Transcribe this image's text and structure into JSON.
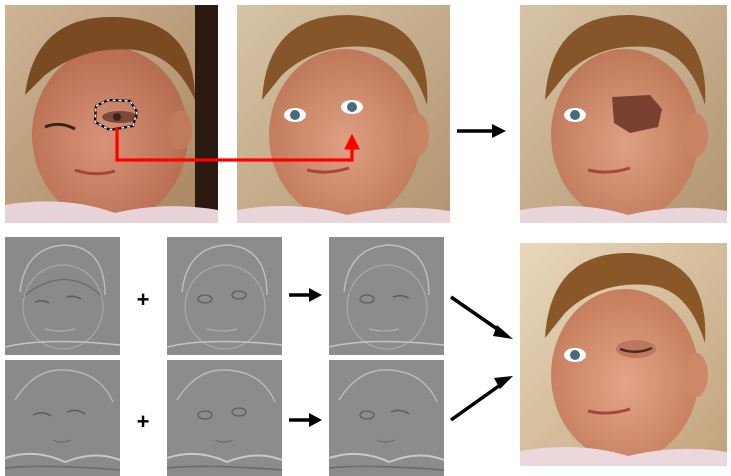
{
  "figure": {
    "operators": {
      "plus_top": "+",
      "plus_bottom": "+"
    },
    "panels": [
      {
        "id": "source-eye-closed",
        "kind": "photo",
        "eye_state": "closed",
        "has_selection": true
      },
      {
        "id": "target-eyes-open",
        "kind": "photo",
        "eye_state": "open"
      },
      {
        "id": "naive-paste",
        "kind": "photo",
        "eye_state": "pasted-dark-patch"
      },
      {
        "id": "gradient-x-source",
        "kind": "gradient"
      },
      {
        "id": "gradient-x-target",
        "kind": "gradient"
      },
      {
        "id": "gradient-x-combined",
        "kind": "gradient"
      },
      {
        "id": "gradient-y-source",
        "kind": "gradient"
      },
      {
        "id": "gradient-y-target",
        "kind": "gradient"
      },
      {
        "id": "gradient-y-combined",
        "kind": "gradient"
      },
      {
        "id": "poisson-blended-result",
        "kind": "photo",
        "eye_state": "blended-closed"
      }
    ],
    "colors": {
      "selection_arrow": "#ff0000",
      "arrows": "#000000",
      "background": "#ffffff",
      "gradient_gray": "#8c8c8c",
      "wall": "#d9c5a4",
      "skin": "#d08a6a",
      "hair": "#7a4a22"
    }
  }
}
